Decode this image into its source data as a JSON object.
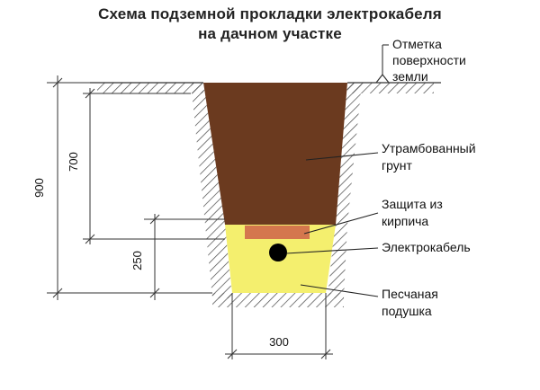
{
  "title": {
    "line1": "Схема подземной прокладки электрокабеля",
    "line2": "на дачном участке"
  },
  "labels": {
    "surface_line1": "Отметка",
    "surface_line2": "поверхности",
    "surface_line3": "земли",
    "soil_line1": "Утрамбованный",
    "soil_line2": "грунт",
    "brick_line1": "Защита из",
    "brick_line2": "кирпича",
    "cable": "Электрокабель",
    "sand_line1": "Песчаная",
    "sand_line2": "подушка"
  },
  "dimensions": {
    "total_depth": "900",
    "soil_depth": "700",
    "sand_depth": "250",
    "bottom_width": "300"
  },
  "colors": {
    "soil": "#6b3a1f",
    "sand": "#f4ef6e",
    "brick": "#d4774e",
    "cable": "#000000",
    "hatch": "#444444"
  }
}
